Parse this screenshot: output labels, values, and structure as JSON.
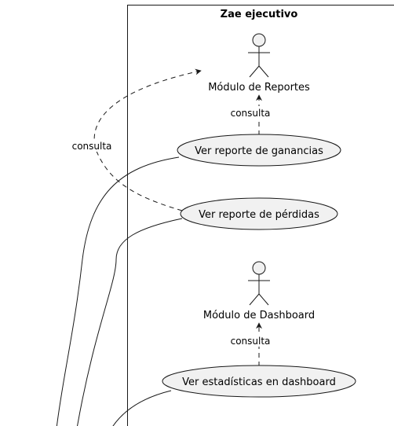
{
  "system": {
    "title": "Zae ejecutivo"
  },
  "actors": [
    {
      "id": "reportes",
      "name": "Módulo de Reportes"
    },
    {
      "id": "dashboard",
      "name": "Módulo de Dashboard"
    }
  ],
  "use_cases": [
    {
      "id": "ganancias",
      "label": "Ver reporte de ganancias"
    },
    {
      "id": "perdidas",
      "label": "Ver reporte de pérdidas"
    },
    {
      "id": "estadisticas",
      "label": "Ver estadísticas en dashboard"
    }
  ],
  "relations": [
    {
      "from": "ganancias",
      "to": "reportes",
      "label": "consulta",
      "style": "dashed"
    },
    {
      "from": "perdidas",
      "to": "reportes",
      "label": "consulta",
      "style": "dashed"
    },
    {
      "from": "estadisticas",
      "to": "dashboard",
      "label": "consulta",
      "style": "dashed"
    }
  ],
  "colors": {
    "line": "#181818",
    "usecase_fill": "#f1f1f1",
    "actor_fill": "#f1f1f1",
    "background": "#ffffff"
  }
}
